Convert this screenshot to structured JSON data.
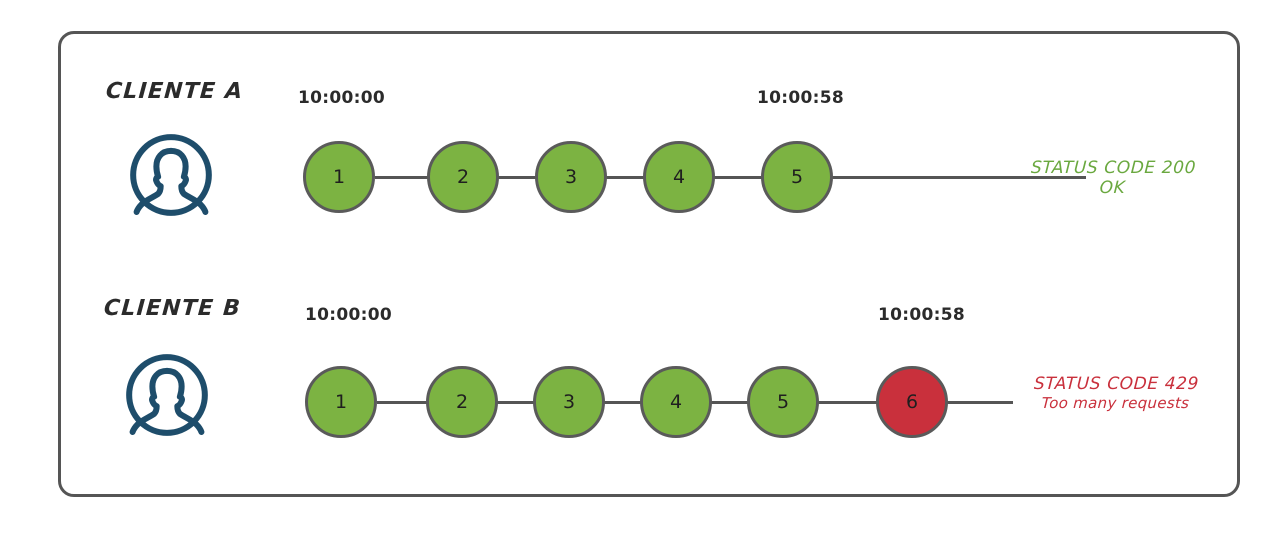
{
  "diagram": {
    "title_hidden": "",
    "frame": {
      "border_color": "#555555"
    },
    "colors": {
      "node_ok": "#7cb342",
      "node_error": "#c9303c",
      "node_border": "#5a5a5a",
      "avatar": "#1e4d6b",
      "status_ok_text": "#6aa83f",
      "status_error_text": "#c9303c",
      "line": "#555555"
    },
    "rows": [
      {
        "id": "cliente-a",
        "label": "CLIENTE A",
        "avatar_icon": "person-avatar-icon",
        "start_time": "10:00:00",
        "end_time": "10:00:58",
        "nodes": [
          {
            "number": "1",
            "state": "ok"
          },
          {
            "number": "2",
            "state": "ok"
          },
          {
            "number": "3",
            "state": "ok"
          },
          {
            "number": "4",
            "state": "ok"
          },
          {
            "number": "5",
            "state": "ok"
          }
        ],
        "status": {
          "state": "ok",
          "line1": "STATUS CODE 200",
          "line2": "OK"
        }
      },
      {
        "id": "cliente-b",
        "label": "CLIENTE B",
        "avatar_icon": "person-avatar-icon",
        "start_time": "10:00:00",
        "end_time": "10:00:58",
        "nodes": [
          {
            "number": "1",
            "state": "ok"
          },
          {
            "number": "2",
            "state": "ok"
          },
          {
            "number": "3",
            "state": "ok"
          },
          {
            "number": "4",
            "state": "ok"
          },
          {
            "number": "5",
            "state": "ok"
          },
          {
            "number": "6",
            "state": "error"
          }
        ],
        "status": {
          "state": "error",
          "line1": "STATUS CODE 429",
          "line2": "Too many requests"
        }
      }
    ]
  }
}
